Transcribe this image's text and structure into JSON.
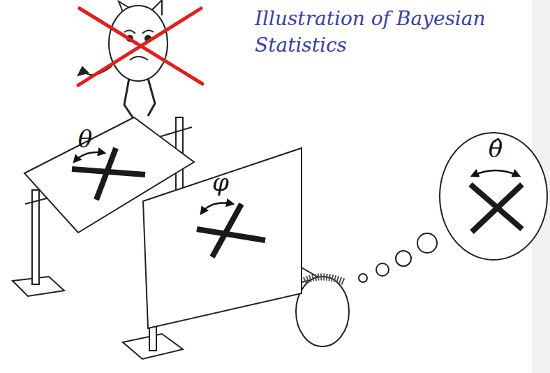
{
  "diagram": {
    "title": "Illustration of Bayesian Statistics",
    "nodes": [
      {
        "text": [
          "θ"
        ]
      },
      {
        "text": [
          "φ"
        ]
      },
      {
        "text": [
          "θ̂"
        ]
      }
    ]
  }
}
